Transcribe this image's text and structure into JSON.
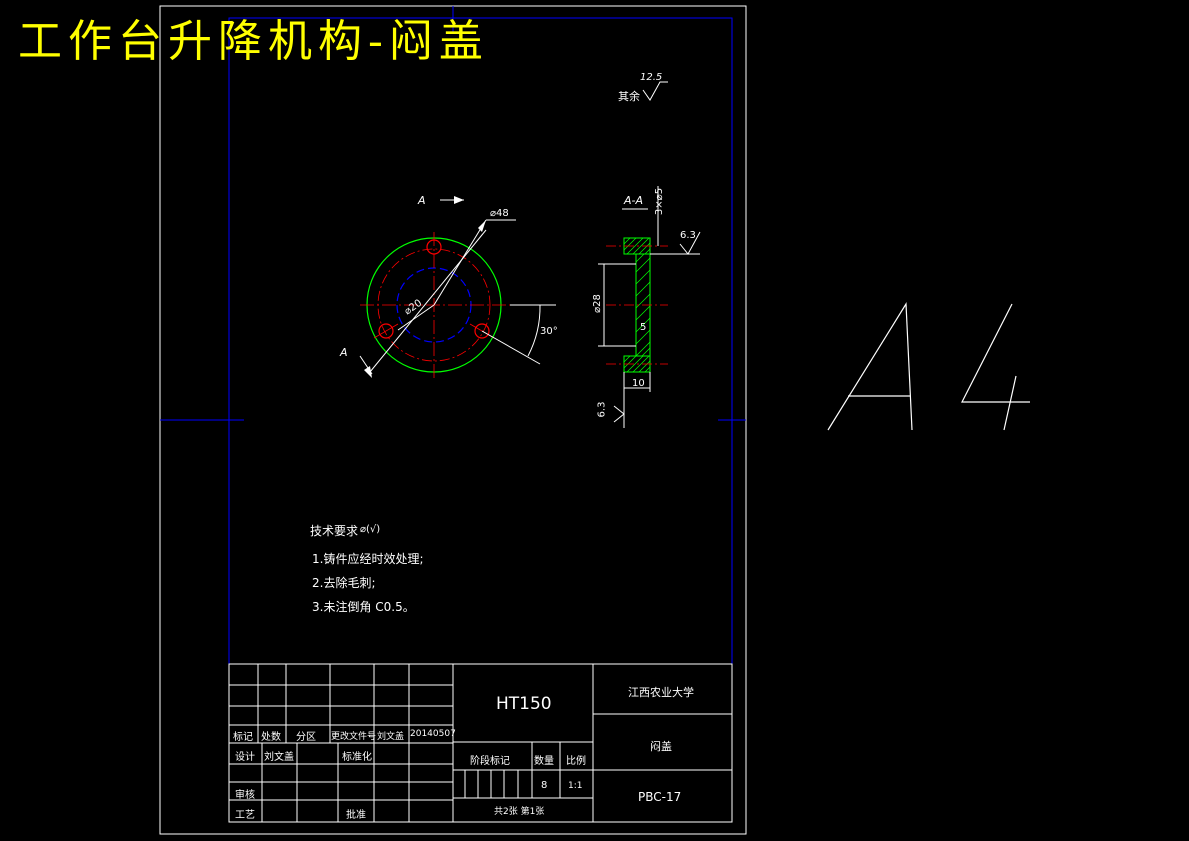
{
  "title": "工作台升降机构-闷盖",
  "sheet_size": "A4",
  "roughness": {
    "other_label": "其余",
    "other_value": "12.5",
    "face_value": "6.3",
    "bottom_value": "6.3"
  },
  "dims": {
    "outer_dia": "⌀48",
    "bolt_circle": "⌀20",
    "angle": "30°",
    "hub_dia": "⌀28",
    "holes": "3×⌀5",
    "thickness": "10",
    "step": "5"
  },
  "section": {
    "arrow_label": "A",
    "arrow_label_2": "A",
    "view_label": "A-A"
  },
  "tech_req": {
    "heading": "技术要求",
    "symbol": "⌀(√)",
    "items": [
      "1.铸件应经时效处理;",
      "2.去除毛刺;",
      "3.未注倒角 C0.5。"
    ]
  },
  "title_block": {
    "material": "HT150",
    "school": "江西农业大学",
    "part_name": "闷盖",
    "drawing_no": "PBC-17",
    "rev_headers": [
      "标记",
      "处数",
      "分区",
      "更改文件号",
      "刘文盖",
      "20140507"
    ],
    "design_label": "设计",
    "designer": "刘文盖",
    "standard_label": "标准化",
    "review_label": "审核",
    "process_label": "工艺",
    "approve_label": "批准",
    "stage_label": "阶段标记",
    "weight_label": "数量",
    "scale_label": "比例",
    "weight_value": "8",
    "scale_value": "1:1",
    "sheet_info": "共2张 第1张"
  },
  "colors": {
    "frame": "#ffffff",
    "inner_frame": "#0000ff",
    "green": "#00ff00",
    "red": "#ff0000",
    "blue": "#0000ff",
    "title": "#ffff00"
  }
}
